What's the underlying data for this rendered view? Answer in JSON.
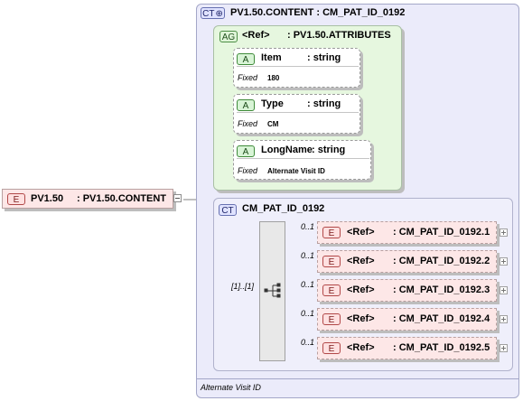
{
  "root_element": {
    "tag": "E",
    "name": "PV1.50",
    "type": ": PV1.50.CONTENT"
  },
  "complex_type": {
    "tag": "CT",
    "title": "PV1.50.CONTENT : CM_PAT_ID_0192",
    "footer": "Alternate Visit ID"
  },
  "attribute_group": {
    "tag": "AG",
    "name": "<Ref>",
    "type": ": PV1.50.ATTRIBUTES",
    "attributes": [
      {
        "tag": "A",
        "name": "Item",
        "type": ": string",
        "fixed_label": "Fixed",
        "fixed_value": "180"
      },
      {
        "tag": "A",
        "name": "Type",
        "type": ": string",
        "fixed_label": "Fixed",
        "fixed_value": "CM"
      },
      {
        "tag": "A",
        "name": "LongName",
        "type": ": string",
        "fixed_label": "Fixed",
        "fixed_value": "Alternate Visit ID"
      }
    ]
  },
  "inner_complex_type": {
    "tag": "CT",
    "title": "CM_PAT_ID_0192"
  },
  "sequence": {
    "cardinality": "[1]..[1]",
    "icon": "sequence-compositor-icon"
  },
  "children": [
    {
      "tag": "E",
      "cardinality": "0..1",
      "name": "<Ref>",
      "type": ": CM_PAT_ID_0192.1"
    },
    {
      "tag": "E",
      "cardinality": "0..1",
      "name": "<Ref>",
      "type": ": CM_PAT_ID_0192.2"
    },
    {
      "tag": "E",
      "cardinality": "0..1",
      "name": "<Ref>",
      "type": ": CM_PAT_ID_0192.3"
    },
    {
      "tag": "E",
      "cardinality": "0..1",
      "name": "<Ref>",
      "type": ": CM_PAT_ID_0192.4"
    },
    {
      "tag": "E",
      "cardinality": "0..1",
      "name": "<Ref>",
      "type": ": CM_PAT_ID_0192.5"
    }
  ],
  "colors": {
    "complex_type_bg": "#ebebfa",
    "complex_type_border": "#a4a7c8",
    "attr_group_bg": "#e6f7df",
    "element_bg": "#fde7e7",
    "connector": "#7f7f7f"
  }
}
